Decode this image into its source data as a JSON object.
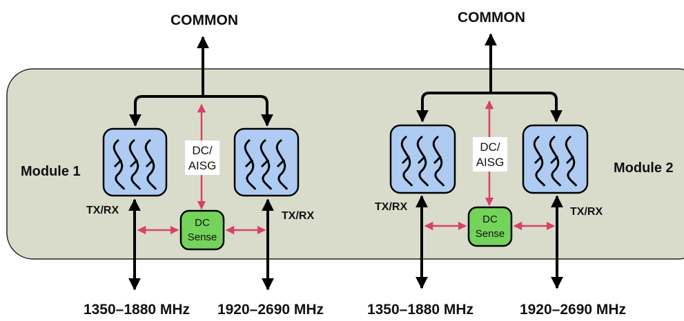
{
  "modules": [
    {
      "name": "Module 1",
      "common_label": "COMMON",
      "dc_aisg": [
        "DC/",
        "AISG"
      ],
      "dc_sense": [
        "DC",
        "Sense"
      ],
      "txrx_left": "TX/RX",
      "txrx_right": "TX/RX",
      "freq_left": "1350–1880 MHz",
      "freq_right": "1920–2690 MHz"
    },
    {
      "name": "Module 2",
      "common_label": "COMMON",
      "dc_aisg": [
        "DC/",
        "AISG"
      ],
      "dc_sense": [
        "DC",
        "Sense"
      ],
      "txrx_left": "TX/RX",
      "txrx_right": "TX/RX",
      "freq_left": "1350–1880 MHz",
      "freq_right": "1920–2690 MHz"
    }
  ],
  "colors": {
    "module_fill": "#d9dccb",
    "filter_fill": "#aecbf2",
    "sense_fill": "#74d35a",
    "dc_arrow": "#d9406b",
    "signal_line": "#000000"
  }
}
